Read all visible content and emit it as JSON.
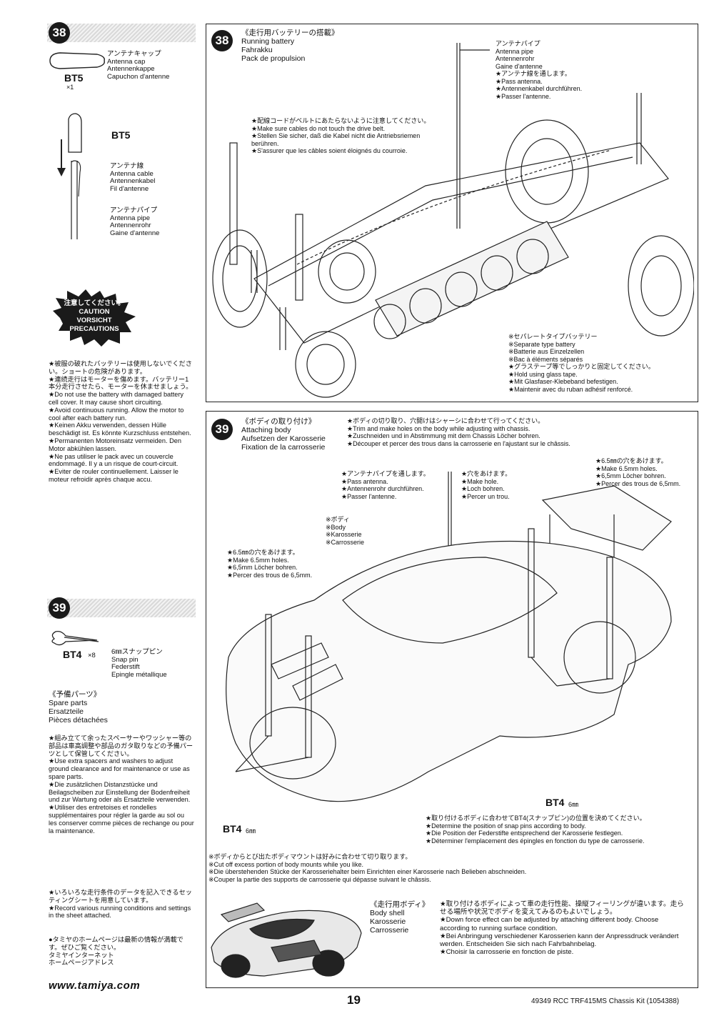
{
  "sidebar": {
    "step38_num": "38",
    "antenna_cap_label": "アンテナキャップ\nAntenna cap\nAntennenkappe\nCapuchon d'antenne",
    "bt5_code": "BT5",
    "bt5_qty": "×1",
    "bt5_side": "BT5",
    "antenna_cable_label": "アンテナ線\nAntenna cable\nAntennenkabel\nFil d'antenne",
    "antenna_pipe_label": "アンテナパイプ\nAntenna pipe\nAntennenrohr\nGaine d'antenne",
    "caution_badge": "注意してください。\nCAUTION\nVORSICHT\nPRECAUTIONS",
    "caution_text": "★被服の破れたバッテリーは使用しないでください。ショートの危険があります。\n★連続走行はモーターを傷めます。バッテリー1本分走行させたら、モーターを休ませましょう。\n★Do not use the battery with damaged battery cell cover. It may cause short circuiting.\n★Avoid continuous running. Allow the motor to cool after each battery run.\n★Keinen Akku verwenden, dessen Hülle beschädigt ist. Es könnte Kurzschluss entstehen.\n★Permanenten Motoreinsatz vermeiden. Den Motor abkühlen lassen.\n★Ne pas utiliser le pack avec un couvercle endommagé. Il y a un risque de court-circuit.\n★Eviter de rouler continuellement. Laisser le moteur refroidir après chaque accu.",
    "step39_num": "39",
    "bt4_code": "BT4",
    "bt4_qty": "×8",
    "snap_pin_label": "6㎜スナップピン\nSnap pin\nFederstift\nEpingle métallique",
    "spare_parts_label": "《予備パーツ》\nSpare parts\nErsatzteile\nPièces détachées",
    "spare_text": "★組み立てて余ったスペーサーやワッシャー等の部品は車高調整や部品のガタ取りなどの予備パーツとして保管してください。\n★Use extra spacers and washers to adjust ground clearance and for maintenance or use as spare parts.\n★Die zusätzlichen Distanzstücke und Beilagscheiben zur Einstellung der Bodenfreiheit und zur Wartung oder als Ersatzteile verwenden.\n★Utiliser des entretoises et rondelles supplémentaires pour régler la garde au sol ou les conserver comme pièces de rechange ou pour la maintenance.",
    "record_text": "★いろいろな走行条件のデータを記入できるセッティングシートを用意しています。\n★Record various running conditions and settings in the sheet attached.",
    "homepage_text": "●タミヤのホームページは最新の情報が満載です。ぜひご覧ください。\nタミヤインターネット\nホームページアドレス",
    "url": "www.tamiya.com"
  },
  "step38": {
    "num": "38",
    "title": "《走行用バッテリーの搭載》\nRunning battery\nFahrakku\nPack de propulsion",
    "antenna_note": "アンテナパイプ\nAntenna pipe\nAntennenrohr\nGaine d'antenne\n★アンテナ線を通します。\n★Pass antenna.\n★Antennenkabel durchführen.\n★Passer l'antenne.",
    "cable_note": "★配線コードがベルトにあたらないように注意してください。\n★Make sure cables do not touch the drive belt.\n★Stellen Sie sicher, daß die Kabel nicht die Antriebsriemen berühren.\n★S'assurer que les câbles soient éloignés du courroie.",
    "battery_note": "※セパレートタイプバッテリー\n※Separate type battery\n※Batterie aus Einzelzellen\n※Bac à éléments séparés\n★グラステープ等でしっかりと固定してください。\n★Hold using glass tape.\n★Mit Glasfaser-Klebeband befestigen.\n★Maintenir avec du ruban adhésif renforcé."
  },
  "step39": {
    "num": "39",
    "title": "《ボディの取り付け》\nAttaching body\nAufsetzen der Karosserie\nFixation de la carrosserie",
    "trim_note": "★ボディの切り取り、穴開けはシャーシに合わせて行ってください。\n★Trim and make holes on the body while adjusting with chassis.\n★Zuschneiden und in Abstimmung mit dem Chassis Löcher bohren.\n★Découper et percer des trous dans la carrosserie en l'ajustant sur le châssis.",
    "hole_right": "★6.5㎜の穴をあけます。\n★Make 6.5mm holes.\n★6,5mm Löcher bohren.\n★Percer des trous de 6,5mm.",
    "pass_antenna": "★アンテナパイプを通します。\n★Pass antenna.\n★Antennenrohr durchführen.\n★Passer l'antenne.",
    "make_hole": "★穴をあけます。\n★Make hole.\n★Loch bohren.\n★Percer un trou.",
    "body_label": "※ボディ\n※Body\n※Karosserie\n※Carrosserie",
    "hole_left": "★6.5㎜の穴をあけます。\n★Make 6.5mm holes.\n★6,5mm Löcher bohren.\n★Percer des trous de 6,5mm.",
    "bt4_left": "BT4",
    "bt4_left_size": "6㎜",
    "bt4_right": "BT4",
    "bt4_right_size": "6㎜",
    "snap_note": "★取り付けるボディに合わせてBT4(スナップピン)の位置を決めてください。\n★Determine the position of snap pins according to body.\n★Die Position der Federstifte entsprechend der Karosserie festlegen.\n★Déterminer l'emplacement des épingles en fonction du type de carrosserie.",
    "cut_note": "※ボディからとび出たボディマウントは好みに合わせて切り取ります。\n※Cut off excess portion of body mounts while you like.\n※Die überstehenden Stücke der Karosseriehalter beim Einrichten einer Karosserie nach Belieben abschneiden.\n※Couper la partie des supports de carrosserie qui dépasse suivant le châssis.",
    "body_shell_label": "《走行用ボディ》\nBody shell\nKarosserie\nCarrosserie",
    "downforce_note": "★取り付けるボディによって車の走行性能、操縦フィーリングが違います。走らせる場所や状況でボディを変えてみるのもよいでしょう。\n★Down force effect can be adjusted by attaching different body. Choose according to running surface condition.\n★Bei Anbringung verschiedener Karosserien kann der Anpressdruck verändert werden. Entscheiden Sie sich nach Fahrbahnbelag.\n★Choisir la carrosserie en fonction de piste."
  },
  "footer": {
    "page_number": "19",
    "kit_info": "49349  RCC TRF415MS Chassis Kit (1054388)"
  }
}
